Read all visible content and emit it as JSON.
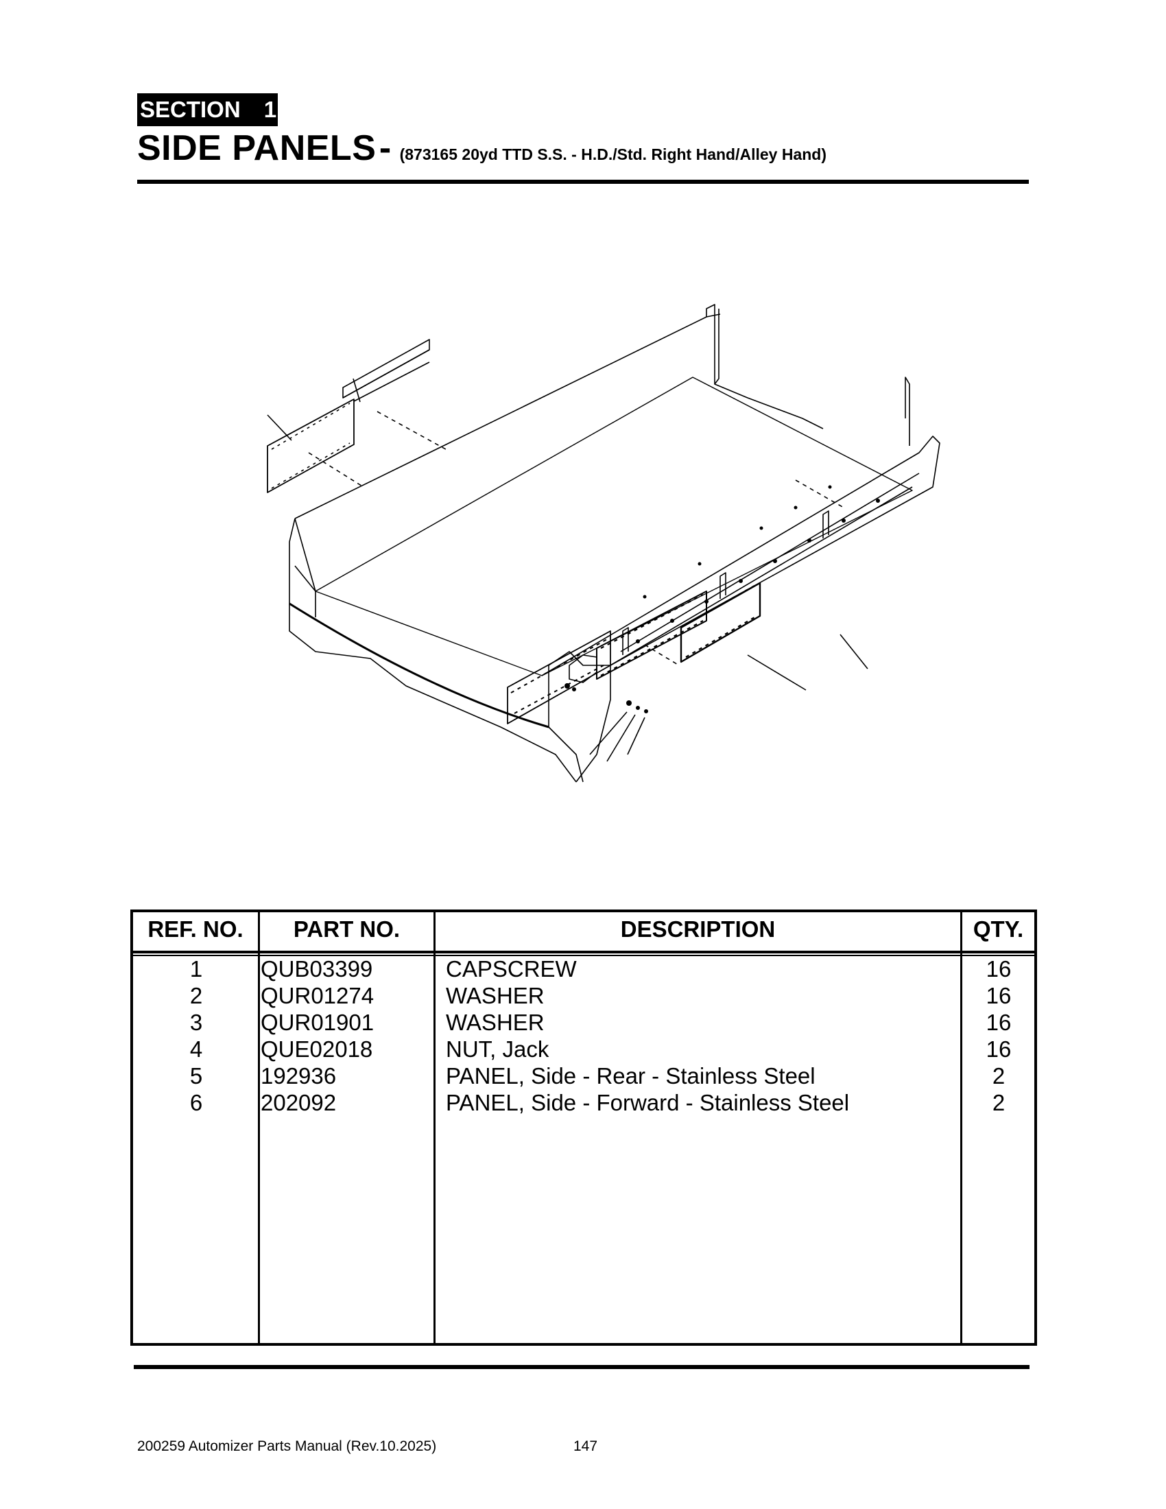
{
  "header": {
    "section_label": "SECTION",
    "section_number": "1",
    "title": "SIDE PANELS",
    "title_separator": "-",
    "subtitle": "(873165 20yd TTD S.S. - H.D./Std. Right Hand/Alley Hand)"
  },
  "diagram": {
    "icon": "exploded-parts-drawing"
  },
  "parts_table": {
    "headers": {
      "ref": "REF. NO.",
      "part": "PART NO.",
      "description": "DESCRIPTION",
      "qty": "QTY."
    },
    "rows": [
      {
        "ref": "1",
        "part": "QUB03399",
        "description": "CAPSCREW",
        "qty": "16"
      },
      {
        "ref": "2",
        "part": "QUR01274",
        "description": "WASHER",
        "qty": "16"
      },
      {
        "ref": "3",
        "part": "QUR01901",
        "description": "WASHER",
        "qty": "16"
      },
      {
        "ref": "4",
        "part": "QUE02018",
        "description": "NUT, Jack",
        "qty": "16"
      },
      {
        "ref": "5",
        "part": "192936",
        "description": "PANEL, Side - Rear - Stainless Steel",
        "qty": "2"
      },
      {
        "ref": "6",
        "part": "202092",
        "description": "PANEL, Side - Forward - Stainless Steel",
        "qty": "2"
      }
    ]
  },
  "footer": {
    "document": "200259 Automizer Parts Manual (Rev.10.2025)",
    "page": "147"
  }
}
